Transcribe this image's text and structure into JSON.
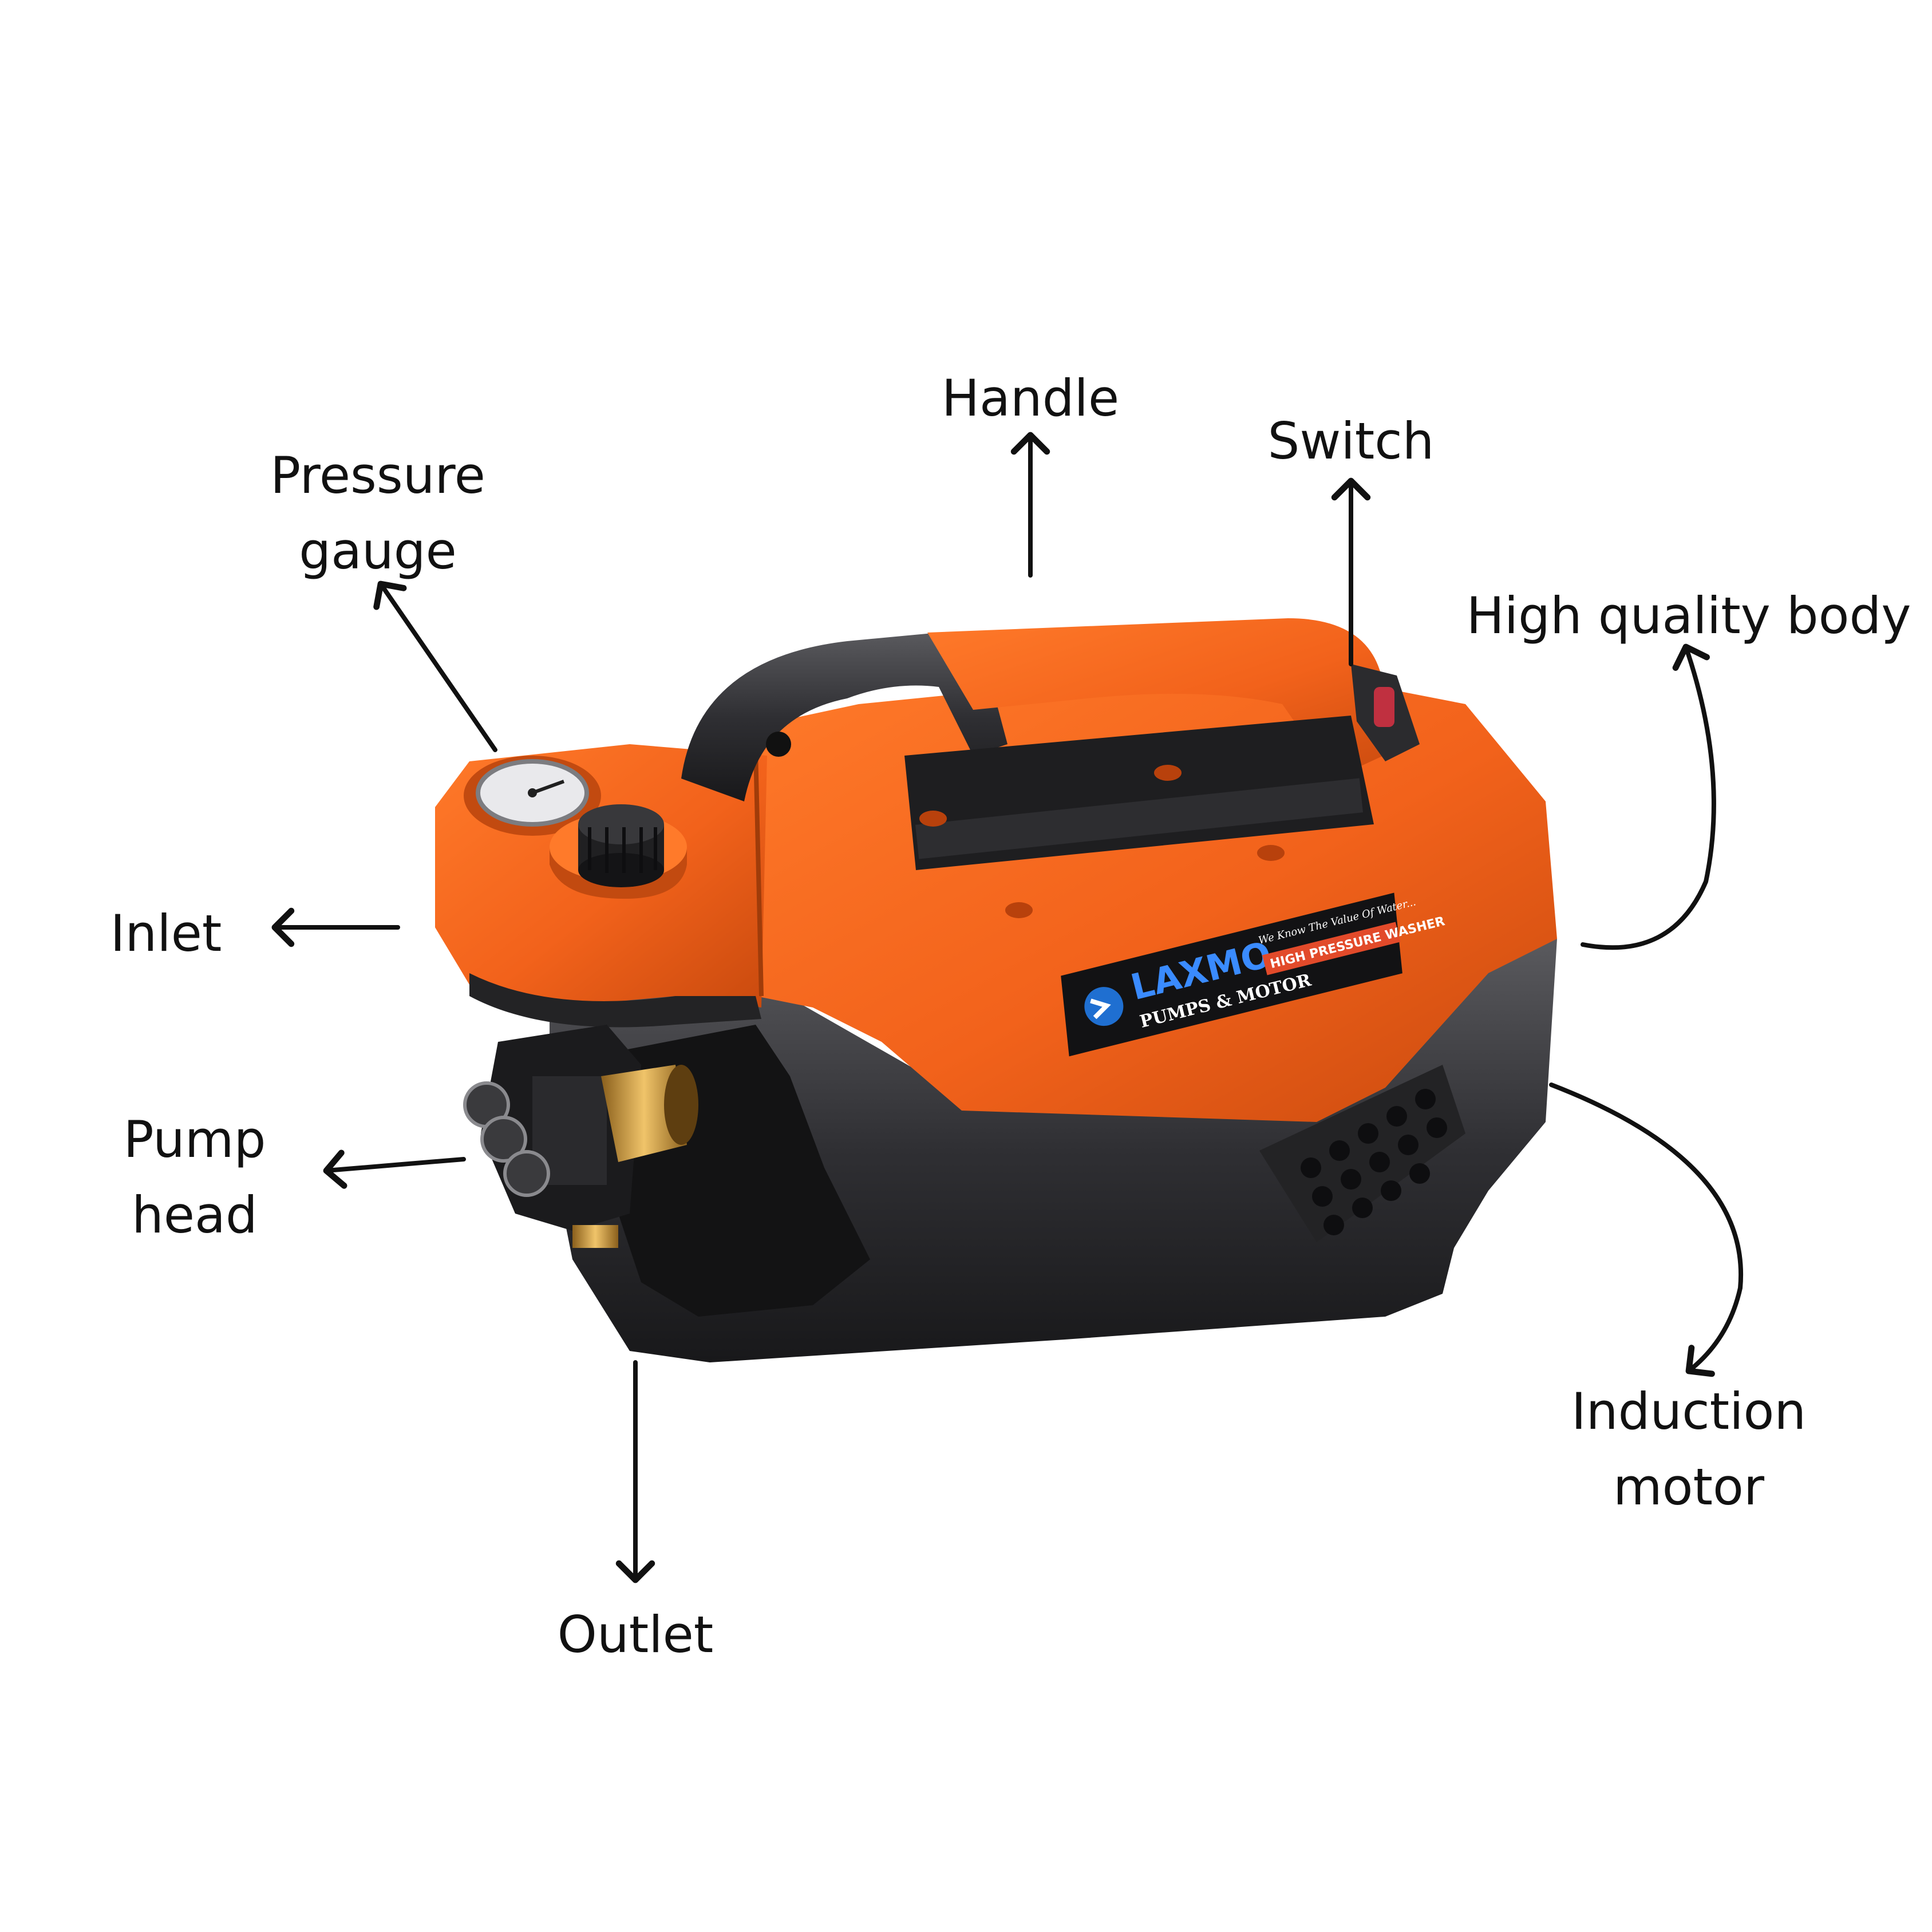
{
  "diagram": {
    "labels": {
      "pressure_gauge": [
        "Pressure",
        "gauge"
      ],
      "handle": "Handle",
      "switch": "Switch",
      "high_quality_body": "High quality body",
      "inlet": "Inlet",
      "pump_head": [
        "Pump",
        "head"
      ],
      "outlet": "Outlet",
      "induction_motor": [
        "Induction",
        "motor"
      ]
    },
    "product": {
      "brand": "LAXMO",
      "brand_sub": "PUMPS & MOTOR",
      "tagline": "We Know The Value Of Water...",
      "product_type": "HIGH PRESSURE WASHER"
    }
  },
  "colors": {
    "body_orange": "#f2621b",
    "body_orange_dark": "#d84e10",
    "body_black": "#2a2a2c",
    "body_grey": "#4a4a4d",
    "brass": "#c9973a",
    "arrow": "#111111"
  }
}
